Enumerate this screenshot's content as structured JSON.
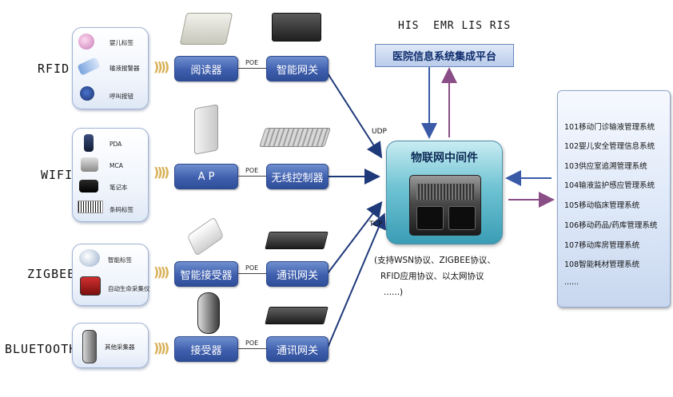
{
  "header": {
    "systems": "HIS  EMR LIS RIS",
    "platform": "医院信息系统集成平台"
  },
  "rows": [
    {
      "tech": "RFID",
      "items": [
        "婴儿标签",
        "输液报警器",
        "呼叫按钮"
      ],
      "reader": "阅读器",
      "poe": "POE",
      "gateway": "智能网关"
    },
    {
      "tech": "WIFI",
      "items": [
        "PDA",
        "MCA",
        "笔记本",
        "条码标签"
      ],
      "reader": "A P",
      "poe": "POE",
      "gateway": "无线控制器"
    },
    {
      "tech": "ZIGBEE",
      "items": [
        "智能标签",
        "自动生命采集仪"
      ],
      "reader": "智能接受器",
      "poe": "POE",
      "gateway": "通讯网关"
    },
    {
      "tech": "BLUETOOTH",
      "items": [
        "其他采集器"
      ],
      "reader": "接受器",
      "poe": "POE",
      "gateway": "通讯网关"
    }
  ],
  "middleware": {
    "title": "物联网中间件",
    "udp": "UDP",
    "tcp": "TCP",
    "note_lines": [
      "(支持WSN协议、ZIGBEE协议、",
      "RFID应用协议、以太网协议",
      "......)"
    ]
  },
  "systems": [
    "101移动门诊输液管理系统",
    "102婴儿安全管理信息系统",
    "103供应室追溯管理系统",
    "104输液监护感应管理系统",
    "105移动临床管理系统",
    "106移动药品/药库管理系统",
    "107移动库房管理系统",
    "108智能耗材管理系统",
    "......"
  ],
  "colors": {
    "box_blue": "#3f5fae",
    "arrow_navy": "#1f3a7a",
    "arrow_purple": "#7a4a82",
    "middleware_teal": "#3a9db5"
  }
}
